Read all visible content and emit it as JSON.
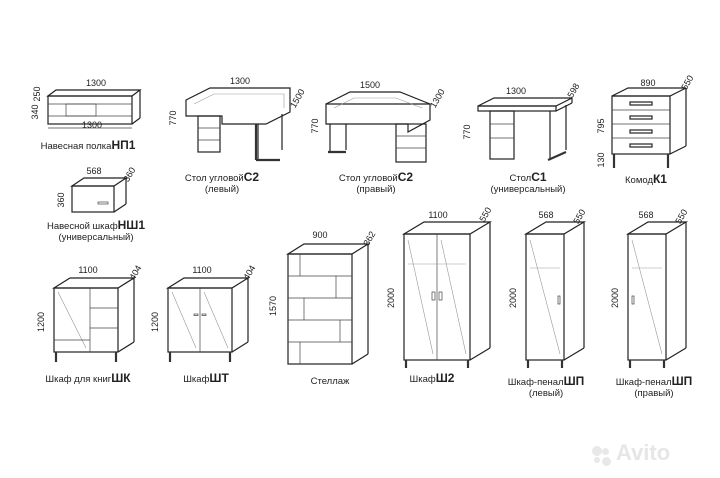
{
  "items": [
    {
      "id": "np1",
      "name": "Навесная полка",
      "code": "НП1",
      "sub": "",
      "dims": [
        "1300",
        "250",
        "340",
        "1300"
      ]
    },
    {
      "id": "c2l",
      "name": "Стол угловой",
      "code": "С2",
      "sub": "(левый)",
      "dims": [
        "1300",
        "1500",
        "770"
      ]
    },
    {
      "id": "c2r",
      "name": "Стол угловой",
      "code": "С2",
      "sub": "(правый)",
      "dims": [
        "1500",
        "1300",
        "770"
      ]
    },
    {
      "id": "c1",
      "name": "Стол",
      "code": "С1",
      "sub": "(универсальный)",
      "dims": [
        "1300",
        "598",
        "770"
      ]
    },
    {
      "id": "k1",
      "name": "Комод",
      "code": "К1",
      "sub": "",
      "dims": [
        "890",
        "550",
        "795",
        "130"
      ]
    },
    {
      "id": "nsh1",
      "name": "Навесной шкаф",
      "code": "НШ1",
      "sub": "(универсальный)",
      "dims": [
        "568",
        "360",
        "360"
      ]
    },
    {
      "id": "shk",
      "name": "Шкаф для книг",
      "code": "ШК",
      "sub": "",
      "dims": [
        "1100",
        "404",
        "1200"
      ]
    },
    {
      "id": "sht",
      "name": "Шкаф",
      "code": "ШТ",
      "sub": "",
      "dims": [
        "1100",
        "404",
        "1200"
      ]
    },
    {
      "id": "stellazh",
      "name": "Стеллаж",
      "code": "",
      "sub": "",
      "dims": [
        "900",
        "362",
        "1570"
      ]
    },
    {
      "id": "sh2",
      "name": "Шкаф",
      "code": "Ш2",
      "sub": "",
      "dims": [
        "1100",
        "550",
        "2000"
      ]
    },
    {
      "id": "shpl",
      "name": "Шкаф-пенал",
      "code": "ШП",
      "sub": "(левый)",
      "dims": [
        "568",
        "550",
        "2000"
      ]
    },
    {
      "id": "shpr",
      "name": "Шкаф-пенал",
      "code": "ШП",
      "sub": "(правый)",
      "dims": [
        "568",
        "550",
        "2000"
      ]
    }
  ],
  "watermark": {
    "text": "Avito",
    "icon": "avito-dots-icon"
  }
}
